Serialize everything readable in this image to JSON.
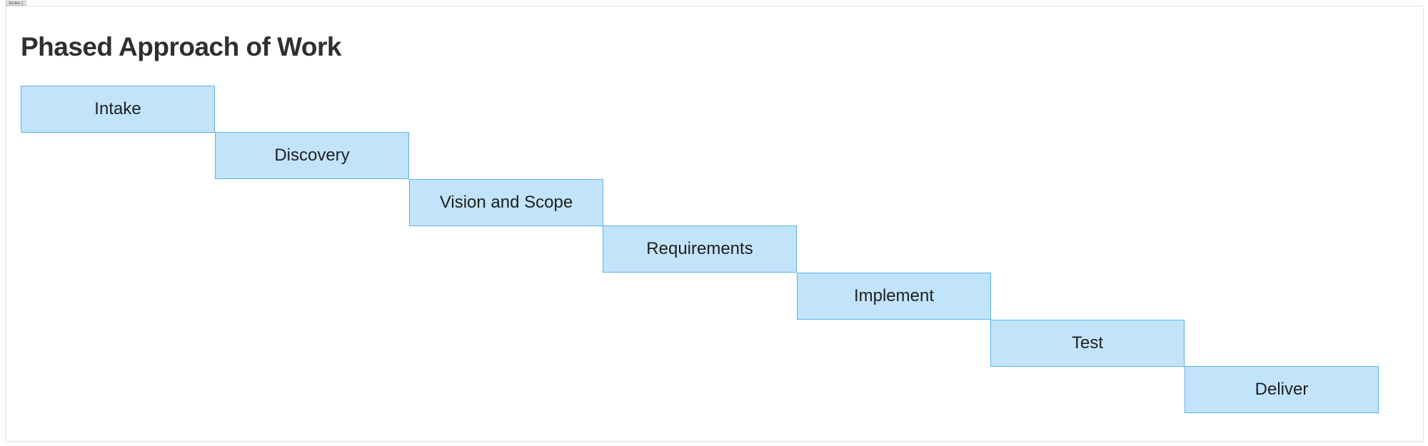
{
  "section_tag": "Section 1",
  "title": "Phased Approach of Work",
  "phases": [
    {
      "label": "Intake"
    },
    {
      "label": "Discovery"
    },
    {
      "label": "Vision and Scope"
    },
    {
      "label": "Requirements"
    },
    {
      "label": "Implement"
    },
    {
      "label": "Test"
    },
    {
      "label": "Deliver"
    }
  ],
  "colors": {
    "box_fill": "#c2e4fb",
    "box_border": "#5cb3ea",
    "title_text": "#2f2f2f"
  }
}
